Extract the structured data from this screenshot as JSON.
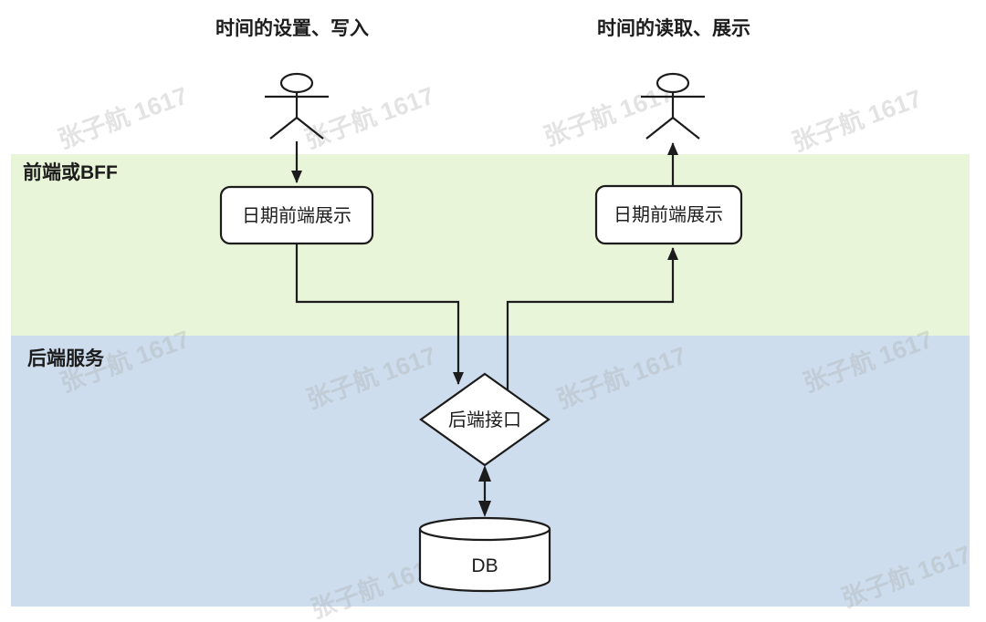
{
  "diagram": {
    "titles": {
      "left": "时间的设置、写入",
      "right": "时间的读取、展示"
    },
    "lanes": [
      {
        "label": "前端或BFF",
        "color": "#e8f5d9"
      },
      {
        "label": "后端服务",
        "color": "#cdddee"
      }
    ],
    "nodes": {
      "left_display_box": "日期前端展示",
      "right_display_box": "日期前端展示",
      "backend_api_diamond": "后端接口",
      "database_cylinder": "DB"
    },
    "watermark_text": "张子航 1617",
    "colors": {
      "stroke": "#1c1c1c",
      "lane_frontend": "#e8f5d9",
      "lane_backend": "#cdddee",
      "node_fill": "#ffffff",
      "watermark": "#a9a9a9"
    }
  }
}
